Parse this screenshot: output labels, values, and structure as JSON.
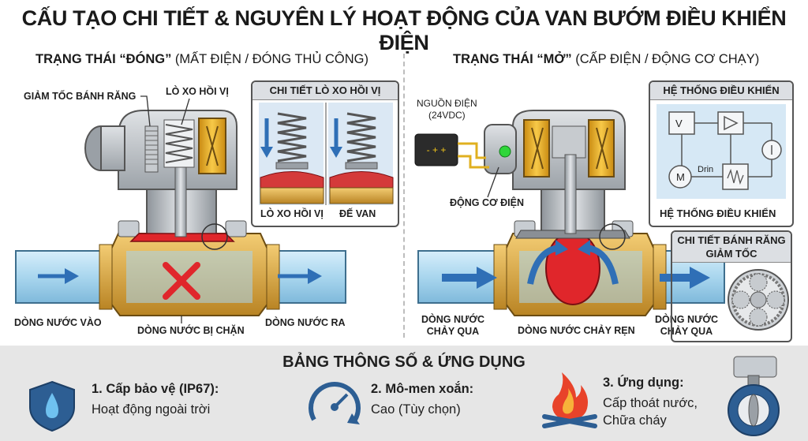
{
  "title": "CẤU TẠO CHI TIẾT & NGUYÊN LÝ HOẠT ĐỘNG CỦA VAN BƯỚM ĐIỀU KHIỂN ĐIỆN",
  "left": {
    "state_bold": "TRẠNG THÁI “ĐÓNG”",
    "state_rest": " (MẤT ĐIỆN / ĐÓNG THỦ CÔNG)",
    "gear_label": "GIẢM TỐC BÁNH RĂNG",
    "spring_label": "LÒ XO HỒI VỊ",
    "detail_title": "CHI TIẾT LÒ XO HỒI VỊ",
    "detail_left": "LÒ XO HỒI VỊ",
    "detail_right": "ĐẾ VAN",
    "inflow": "DÒNG NƯỚC VÀO",
    "blocked": "DÒNG NƯỚC BỊ CHẶN",
    "outflow": "DÒNG NƯỚC RA"
  },
  "right": {
    "state_bold": "TRẠNG THÁI “MỞ”",
    "state_rest": " (CẤP ĐIỆN / ĐỘNG CƠ CHẠY)",
    "power_label_1": "NGUỒN ĐIỆN",
    "power_label_2": "(24VDC)",
    "motor_label": "ĐỘNG CƠ ĐIỆN",
    "control_title": "HỆ THỐNG ĐIỀU KHIỂN",
    "control_caption": "HỆ THỐNG ĐIỀU KHIỂN",
    "block_v": "V",
    "block_m": "M",
    "block_drive": "Drin",
    "gear_detail_1": "CHI TIẾT BÁNH RĂNG",
    "gear_detail_2": "GIẢM TỐC",
    "flow_left_1": "DÒNG NƯỚC",
    "flow_left_2": "CHẢY QUA",
    "flow_mid": "DÒNG NƯỚC CHẢY RẸN",
    "flow_right_1": "DÒNG NƯỚC",
    "flow_right_2": "CHẢY QUA"
  },
  "specs": {
    "heading": "BẢNG THÔNG SỐ & ỨNG DỤNG",
    "items": [
      {
        "title": "1. Cấp bảo vệ (IP67):",
        "line1": "Hoạt động ngoài trời",
        "line2": "",
        "icon": "shield-water-icon"
      },
      {
        "title": "2. Mô-men xoắn:",
        "line1": "Cao (Tùy chọn)",
        "line2": "",
        "icon": "gauge-icon"
      },
      {
        "title": "3. Ứng dụng:",
        "line1": "Cấp thoát nước,",
        "line2": "Chữa cháy",
        "icon": "fire-icon"
      }
    ]
  },
  "colors": {
    "pipe": "#a9d6ee",
    "flow_arrow": "#2f6fb6",
    "brass": "#d9a441",
    "red": "#e0262b",
    "housing": "#b9bdc2",
    "coil": "#f0b429",
    "led_green": "#2fd63a"
  }
}
